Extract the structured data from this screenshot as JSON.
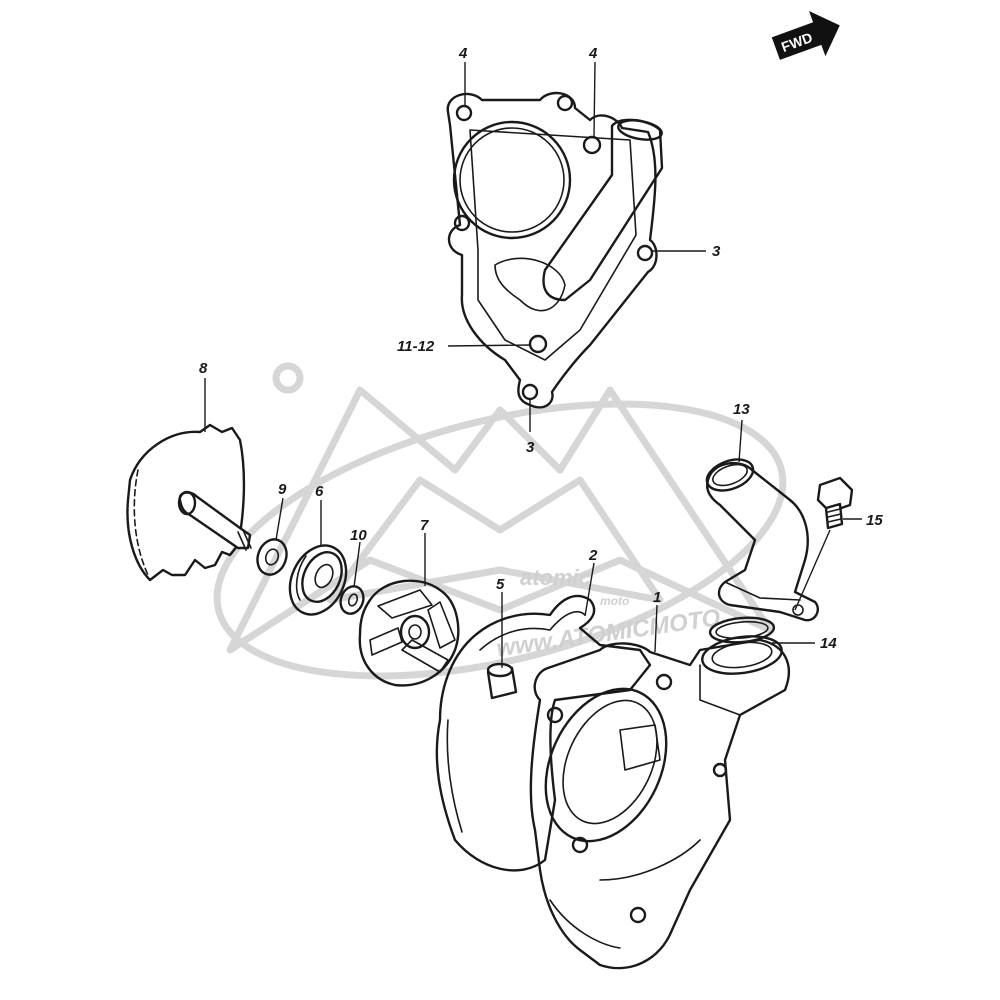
{
  "fwd_label": "FWD",
  "watermark": {
    "brand": "atomic",
    "brand_sub": "moto",
    "url_text": "www.ATOMICMOTO"
  },
  "callouts": [
    {
      "id": "c1",
      "text": "1"
    },
    {
      "id": "c2",
      "text": "2"
    },
    {
      "id": "c3a",
      "text": "3"
    },
    {
      "id": "c3b",
      "text": "3"
    },
    {
      "id": "c4a",
      "text": "4"
    },
    {
      "id": "c4b",
      "text": "4"
    },
    {
      "id": "c5",
      "text": "5"
    },
    {
      "id": "c6",
      "text": "6"
    },
    {
      "id": "c7",
      "text": "7"
    },
    {
      "id": "c8",
      "text": "8"
    },
    {
      "id": "c9",
      "text": "9"
    },
    {
      "id": "c10",
      "text": "10"
    },
    {
      "id": "c11",
      "text": "11-12"
    },
    {
      "id": "c13",
      "text": "13"
    },
    {
      "id": "c14",
      "text": "14"
    },
    {
      "id": "c15",
      "text": "15"
    }
  ]
}
